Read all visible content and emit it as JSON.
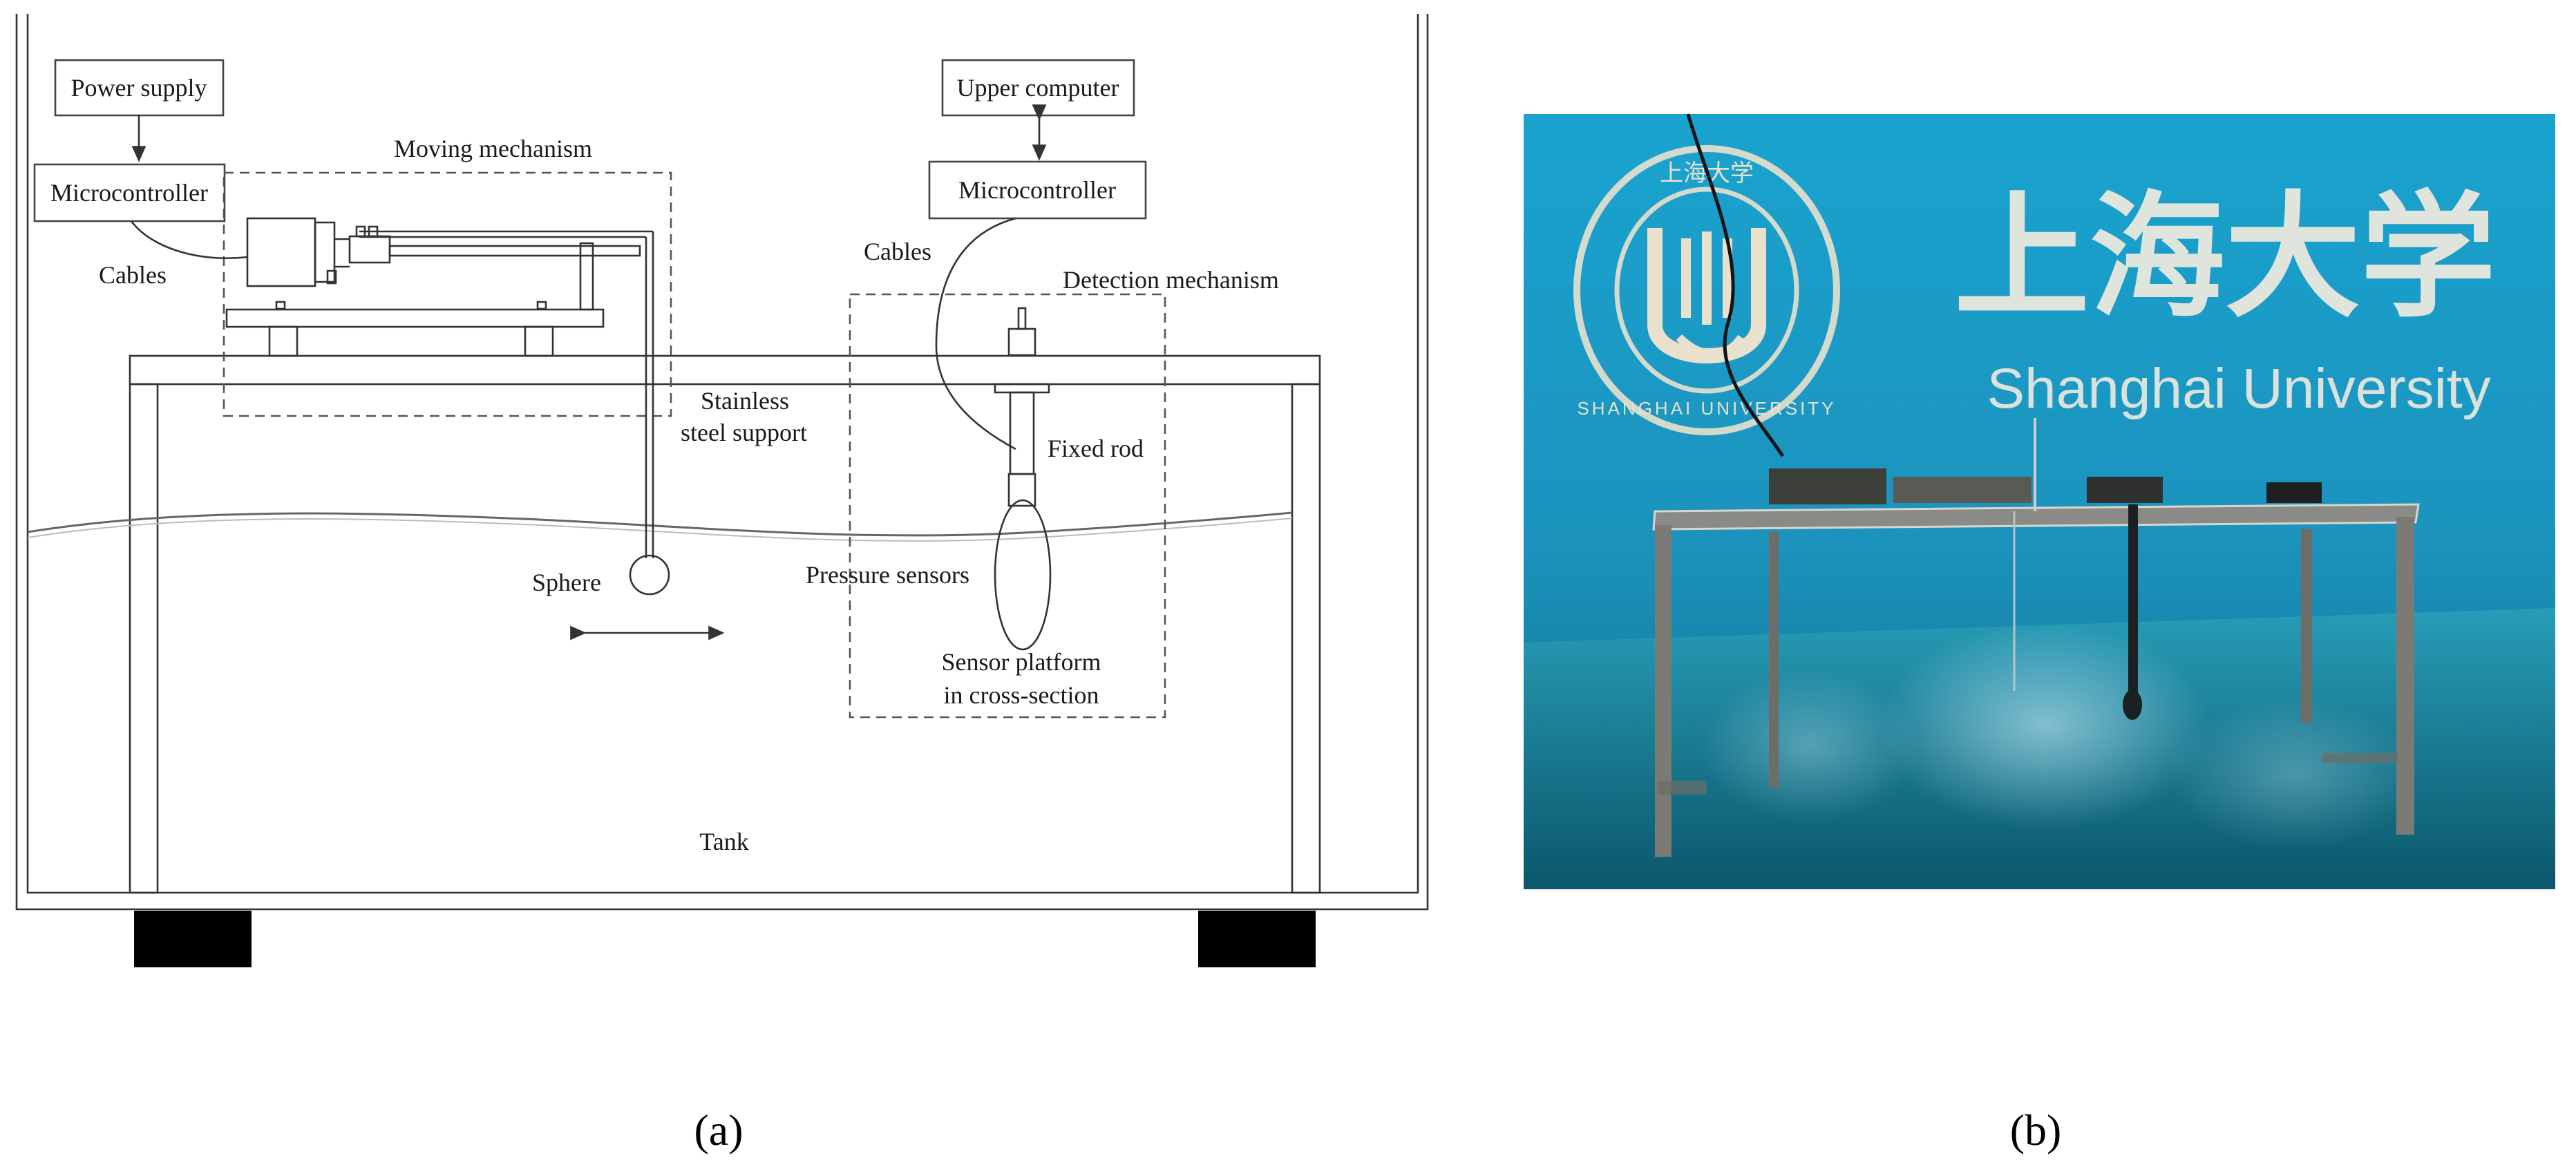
{
  "diagram_a": {
    "labels": {
      "power_supply": "Power supply",
      "microcontroller_left": "Microcontroller",
      "moving_mechanism": "Moving mechanism",
      "cables_left": "Cables",
      "upper_computer": "Upper computer",
      "microcontroller_right": "Microcontroller",
      "cables_right": "Cables",
      "detection_mechanism": "Detection mechanism",
      "stainless_line1": "Stainless",
      "stainless_line2": "steel support",
      "fixed_rod": "Fixed rod",
      "sphere": "Sphere",
      "pressure_sensors": "Pressure sensors",
      "sensor_platform_line1": "Sensor platform",
      "sensor_platform_line2": "in cross-section",
      "tank": "Tank"
    },
    "caption": "(a)"
  },
  "photo_b": {
    "banner_cn": "上海大学",
    "banner_en": "Shanghai University",
    "logo_ring_text": "SHANGHAI UNIVERSITY",
    "logo_top_text": "上海大学",
    "colors": {
      "water": "#1f86a6",
      "wall": "#1598c4"
    },
    "caption": "(b)"
  }
}
